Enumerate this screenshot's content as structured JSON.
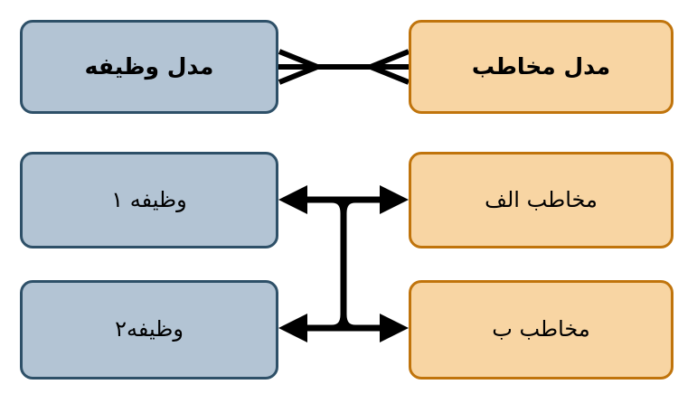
{
  "diagram": {
    "title": "Task model to contact model relationship diagram",
    "direction": "rtl",
    "language": "fa",
    "background_color": "#FFFFFF",
    "palette": {
      "blue_fill": "#B3C4D4",
      "blue_border": "#2E5068",
      "orange_fill": "#F8D5A3",
      "orange_border": "#C0740C",
      "connector_color": "#000000"
    },
    "nodes": [
      {
        "id": "task-model",
        "label": "مدل وظیفه",
        "side": "left",
        "style": "blue",
        "weight": "bold",
        "row": 1
      },
      {
        "id": "contact-model",
        "label": "مدل مخاطب",
        "side": "right",
        "style": "orange",
        "weight": "bold",
        "row": 1
      },
      {
        "id": "task-1",
        "label": "وظیفه ۱",
        "side": "left",
        "style": "blue",
        "weight": "regular",
        "row": 2
      },
      {
        "id": "contact-a",
        "label": "مخاطب الف",
        "side": "right",
        "style": "orange",
        "weight": "regular",
        "row": 2
      },
      {
        "id": "task-2",
        "label": "وظیفه۲",
        "side": "left",
        "style": "blue",
        "weight": "regular",
        "row": 3
      },
      {
        "id": "contact-b",
        "label": "مخاطب ب",
        "side": "right",
        "style": "orange",
        "weight": "regular",
        "row": 3
      }
    ],
    "connectors": [
      {
        "id": "model-relationship",
        "from": "task-model",
        "to": "contact-model",
        "notation": "crows-foot-both-ends",
        "cardinality": "many-to-many",
        "row": 1
      },
      {
        "id": "instance-link-top",
        "from": "task-1",
        "to": "contact-a",
        "notation": "double-headed-arrow",
        "row": 2
      },
      {
        "id": "instance-link-bottom",
        "from": "task-2",
        "to": "contact-b",
        "notation": "double-headed-arrow",
        "row": 3
      },
      {
        "id": "instance-bracket",
        "notation": "vertical-bracket-join",
        "joins": [
          "instance-link-top",
          "instance-link-bottom"
        ]
      }
    ]
  }
}
